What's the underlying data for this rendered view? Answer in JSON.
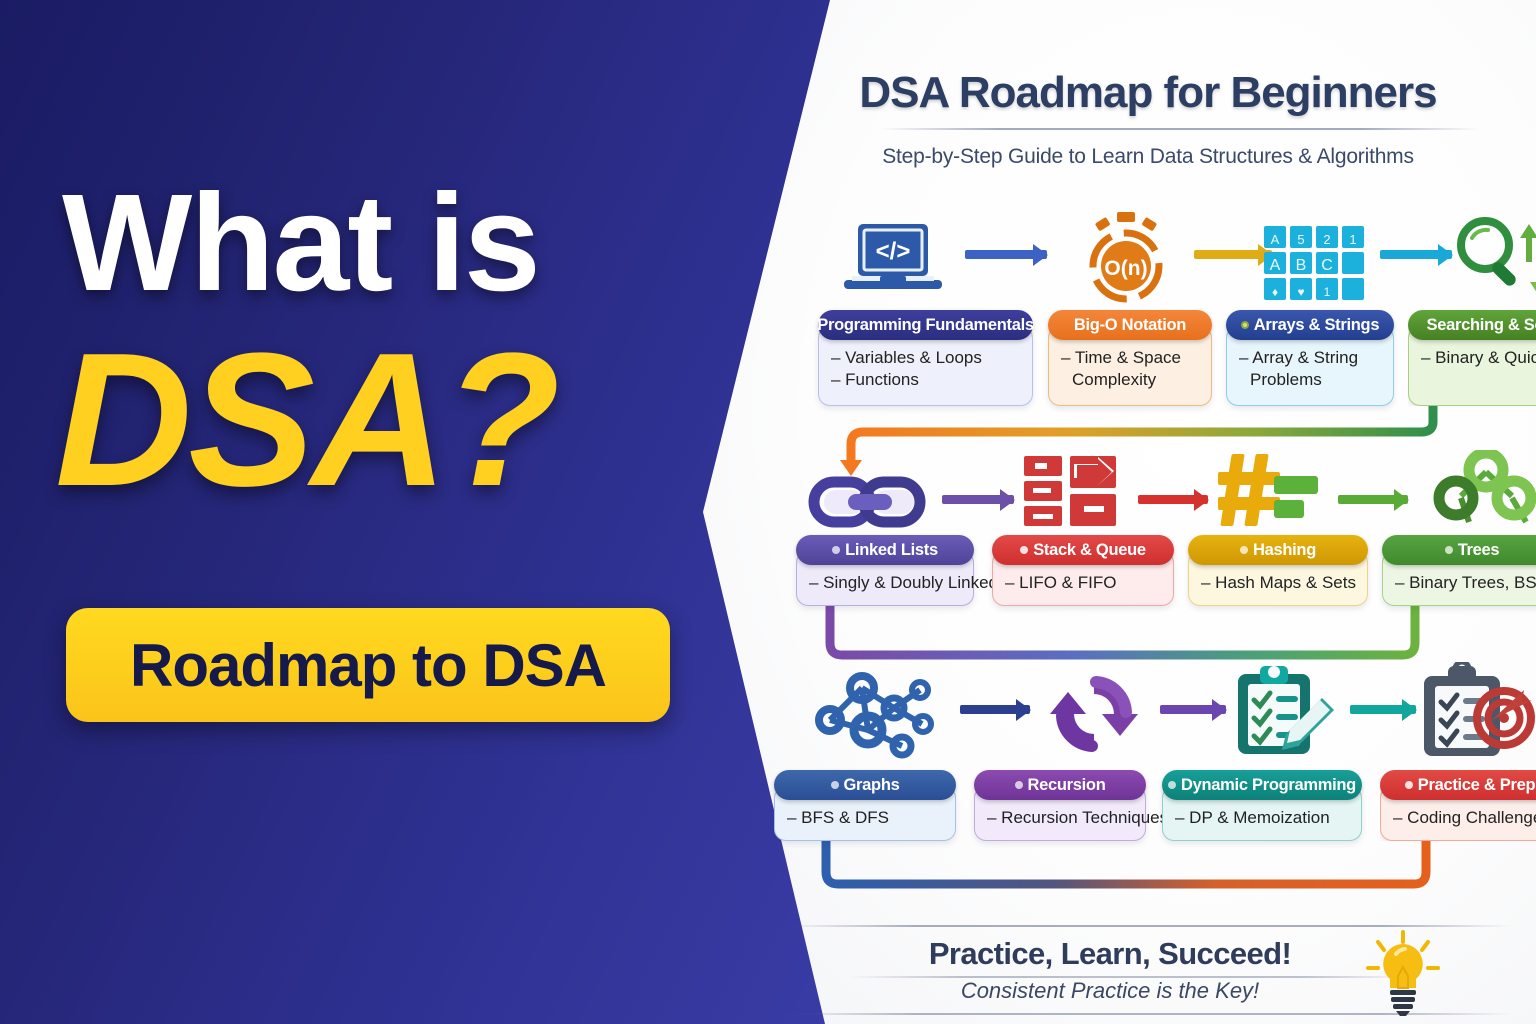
{
  "hero": {
    "line1": "What is",
    "line2": "DSA?",
    "cta_label": "Roadmap to DSA",
    "bg_color_start": "#1a1b63",
    "bg_color_end": "#3b3da8",
    "accent_yellow": "#ffd01f"
  },
  "board": {
    "title": "DSA Roadmap for Beginners",
    "subtitle": "Step-by-Step Guide to Learn Data Structures & Algorithms",
    "footer_title": "Practice, Learn, Succeed!",
    "footer_subtitle": "Consistent Practice is the Key!",
    "footer_icon": "lightbulb-icon"
  },
  "rows": [
    {
      "row_index": 1,
      "cards": [
        {
          "title": "Programming Fundamentals",
          "lines": [
            "– Variables & Loops",
            "– Functions"
          ],
          "icon": "laptop-code-icon",
          "header_color": "#32348d",
          "body_bg": "#eef0fb",
          "body_border": "#b9c0e8",
          "has_dot": false
        },
        {
          "title": "Big-O Notation",
          "lines": [
            "– Time & Space",
            "  Complexity"
          ],
          "icon": "stopwatch-on-icon",
          "header_color": "#ef7d28",
          "body_bg": "#fdf0e2",
          "body_border": "#f3ba7e",
          "has_dot": false
        },
        {
          "title": "Arrays & Strings",
          "lines": [
            "– Array & String",
            "  Problems"
          ],
          "icon": "grid-tiles-icon",
          "header_color": "#2a4a9e",
          "body_bg": "#e7f5fc",
          "body_border": "#8fcde8",
          "has_dot": true
        },
        {
          "title": "Searching & Sorting",
          "lines": [
            "– Binary & Quick Sort"
          ],
          "icon": "magnifier-arrows-icon",
          "header_color": "#4e9432",
          "body_bg": "#eaf5dd",
          "body_border": "#a9cf86",
          "has_dot": false
        }
      ]
    },
    {
      "row_index": 2,
      "cards": [
        {
          "title": "Linked Lists",
          "lines": [
            "– Singly & Doubly Linked"
          ],
          "icon": "chain-links-icon",
          "header_color": "#5b4ba8",
          "body_bg": "#eeeafa",
          "body_border": "#b8aee3",
          "has_dot": true
        },
        {
          "title": "Stack & Queue",
          "lines": [
            "– LIFO & FIFO"
          ],
          "icon": "stack-queue-icon",
          "header_color": "#d93b3b",
          "body_bg": "#fdeceb",
          "body_border": "#f1a8a4",
          "has_dot": true
        },
        {
          "title": "Hashing",
          "lines": [
            "– Hash Maps & Sets"
          ],
          "icon": "hash-icon",
          "header_color": "#dda508",
          "body_bg": "#fdf7e0",
          "body_border": "#ecd487",
          "has_dot": true
        },
        {
          "title": "Trees",
          "lines": [
            "– Binary Trees, BST"
          ],
          "icon": "tree-nodes-icon",
          "header_color": "#4a9237",
          "body_bg": "#edf6e3",
          "body_border": "#a8d189",
          "has_dot": true
        }
      ]
    },
    {
      "row_index": 3,
      "cards": [
        {
          "title": "Graphs",
          "lines": [
            "– BFS & DFS"
          ],
          "icon": "graph-network-icon",
          "header_color": "#30569f",
          "body_bg": "#e9f1fb",
          "body_border": "#a5c2e6",
          "has_dot": true
        },
        {
          "title": "Recursion",
          "lines": [
            "– Recursion Techniques"
          ],
          "icon": "circular-arrows-icon",
          "header_color": "#7d3fa3",
          "body_bg": "#f2eafa",
          "body_border": "#c4a9df",
          "has_dot": true
        },
        {
          "title": "Dynamic Programming",
          "lines": [
            "– DP & Memoization"
          ],
          "icon": "clipboard-pencil-icon",
          "header_color": "#159287",
          "body_bg": "#e4f5f4",
          "body_border": "#8fd2cd",
          "has_dot": true
        },
        {
          "title": "Practice & Prep",
          "lines": [
            "– Coding Challenges"
          ],
          "icon": "clipboard-target-icon",
          "header_color": "#d83b3b",
          "body_bg": "#fdeeea",
          "body_border": "#f3aa9c",
          "has_dot": true
        }
      ]
    }
  ],
  "grid_tiles": [
    [
      "A",
      "5",
      "2",
      "1"
    ],
    [
      "A",
      "B",
      "C",
      ""
    ],
    [
      "♦",
      "♥",
      "1",
      ""
    ]
  ],
  "bigo_label": "O(n)",
  "code_glyph": "</>"
}
